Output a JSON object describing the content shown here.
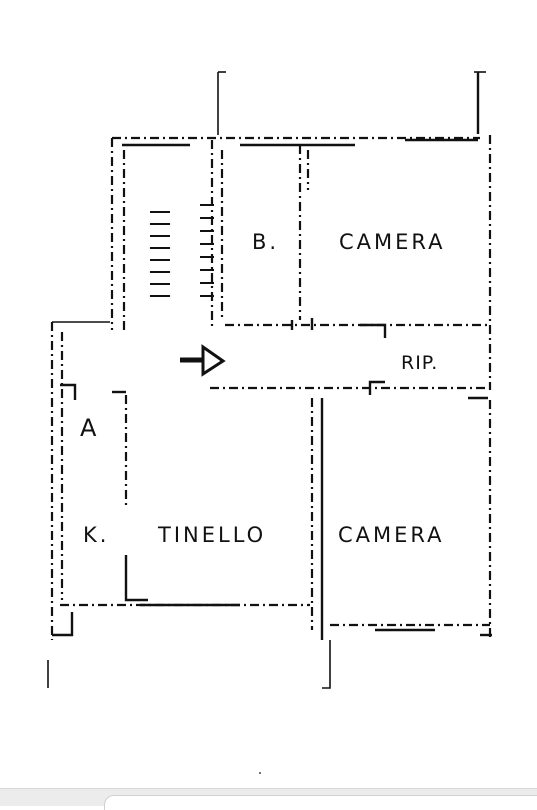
{
  "plan": {
    "rooms": {
      "bathroom": "B.",
      "bedroom_upper": "CAMERA",
      "landing": "RIP.",
      "alcove": "A",
      "kitchen": "K.",
      "dining": "TINELLO",
      "bedroom_lower": "CAMERA"
    },
    "entrance_arrow_icon": "arrow-right-icon"
  }
}
